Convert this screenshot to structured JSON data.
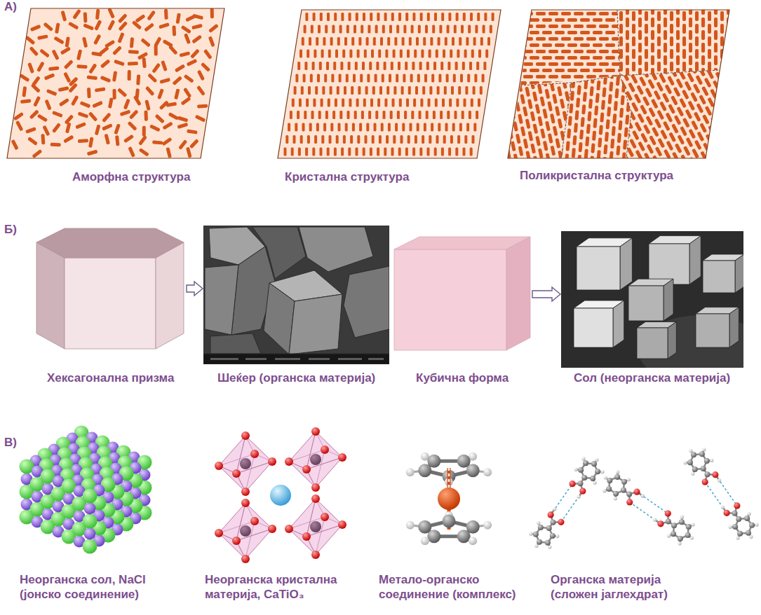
{
  "diagram": {
    "nodes": [
      {
        "text": [
          "Хексагонална призма"
        ]
      },
      {
        "text": [
          "Шеќер (органска материја)"
        ]
      },
      {
        "text": [
          "Кубична форма"
        ]
      },
      {
        "text": [
          "Сол (неорганска материја)"
        ]
      }
    ],
    "edges": [
      {
        "from": 0,
        "to": 1,
        "arrow": "to"
      },
      {
        "from": 2,
        "to": 3,
        "arrow": "to"
      }
    ],
    "labels": [
      "А)",
      "Аморфна структура",
      "Кристална структура",
      "Поликристална структура",
      "Б)",
      "В)",
      "Неорганска сол, NaCl (јонско соединение)",
      "Неорганска кристална материја, CaTiO₃",
      "Метало-органско соединение (комплекс)",
      "Органска материја (сложен јаглехдрат)"
    ]
  }
}
